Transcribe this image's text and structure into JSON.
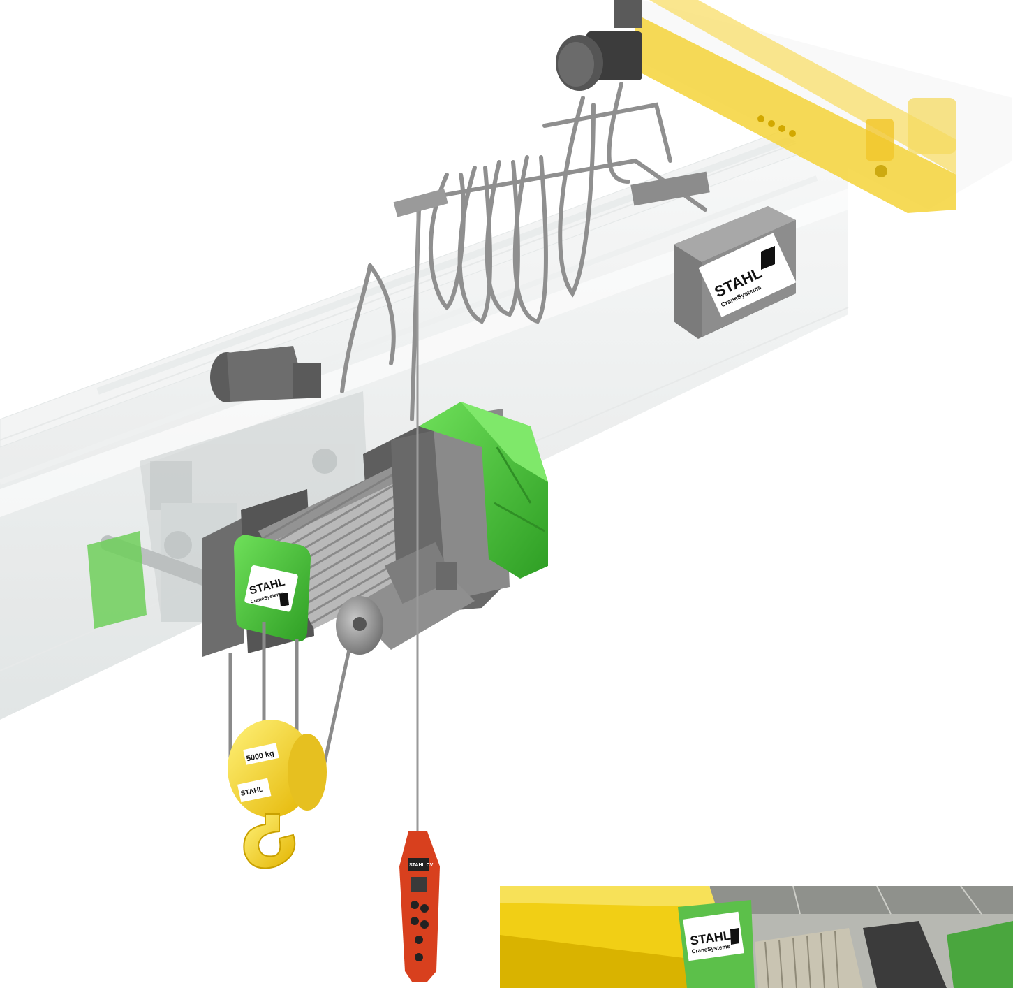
{
  "illustration": {
    "brand_name": "STAHL",
    "brand_tagline": "CraneSystems",
    "hook_block_label": "5000 kg",
    "pendant_label": "STAHL CV",
    "colors": {
      "hoist_green": "#4dc83c",
      "hook_yellow": "#f3d21a",
      "rail_yellow": "#f5d33a",
      "pendant_red": "#d8401e",
      "body_grey": "#6d6d6d",
      "beam_translucent": "#e9ecec"
    },
    "icons": [
      "stahl-logo-icon"
    ]
  },
  "photo": {
    "brand_name": "STAHL",
    "brand_tagline": "CraneSystems"
  }
}
